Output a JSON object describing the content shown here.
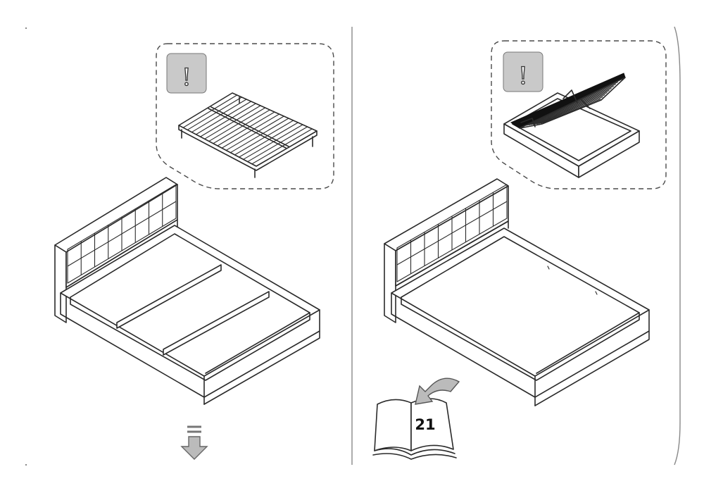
{
  "colors": {
    "ink": "#2a2a2a",
    "warning_box": "#c9c9c9",
    "background": "#ffffff"
  },
  "left_panel": {
    "warning_icon": {
      "symbol": "!",
      "icon": "warning-icon"
    },
    "inset_item": "slatted-bed-base",
    "main_item": "bed-frame-with-slats",
    "next_icon": "down-arrow-icon"
  },
  "right_panel": {
    "warning_icon": {
      "symbol": "!",
      "icon": "warning-icon"
    },
    "inset_item": "lift-up-storage-base",
    "main_item": "bed-frame-empty",
    "page_reference": {
      "page": "21",
      "icon": "open-book-icon"
    }
  }
}
